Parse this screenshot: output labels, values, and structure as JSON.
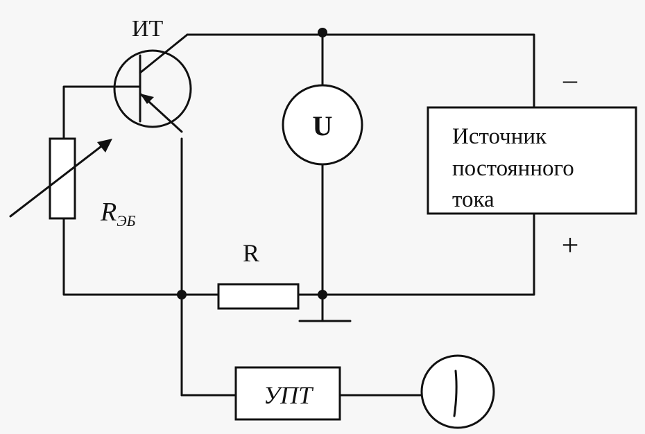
{
  "labels": {
    "transistor": "ИТ",
    "voltmeter": "U",
    "resistor_r": "R",
    "resistor_var_main": "R",
    "resistor_var_sub": "ЭБ",
    "amplifier": "УПТ",
    "source_line1": "Источник",
    "source_line2": "постоянного",
    "source_line3": "тока",
    "minus": "–",
    "plus": "+"
  },
  "colors": {
    "ink": "#111111",
    "paper": "#f7f7f7"
  }
}
